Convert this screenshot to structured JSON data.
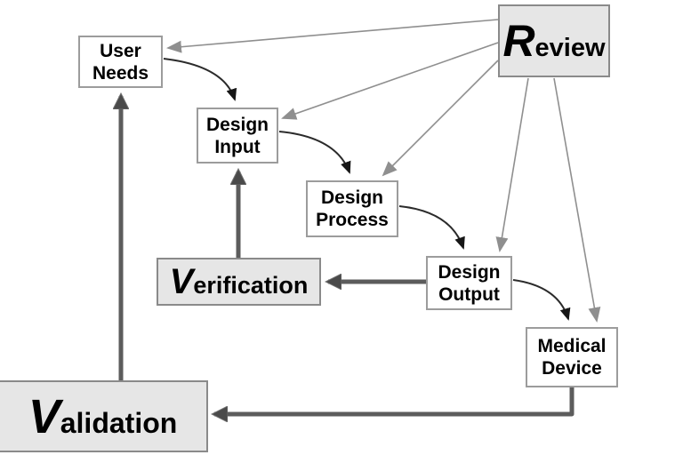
{
  "diagram": {
    "type": "flow-diagram",
    "subject": "design-control-process",
    "nodes": {
      "user_needs": {
        "line1": "User",
        "line2": "Needs",
        "fill": "#ffffff"
      },
      "design_input": {
        "line1": "Design",
        "line2": "Input",
        "fill": "#ffffff"
      },
      "design_process": {
        "line1": "Design",
        "line2": "Process",
        "fill": "#ffffff"
      },
      "design_output": {
        "line1": "Design",
        "line2": "Output",
        "fill": "#ffffff"
      },
      "medical_device": {
        "line1": "Medical",
        "line2": "Device",
        "fill": "#ffffff"
      },
      "review": {
        "initial": "R",
        "rest": "eview",
        "fill": "#e6e6e6"
      },
      "verification": {
        "initial": "V",
        "rest": "erification",
        "fill": "#e6e6e6"
      },
      "validation": {
        "initial": "V",
        "rest": "alidation",
        "fill": "#e6e6e6"
      }
    },
    "edges": [
      {
        "from": "review",
        "to": "user_needs",
        "style": "thin-gray"
      },
      {
        "from": "review",
        "to": "design_input",
        "style": "thin-gray"
      },
      {
        "from": "review",
        "to": "design_process",
        "style": "thin-gray"
      },
      {
        "from": "review",
        "to": "design_output",
        "style": "thin-gray"
      },
      {
        "from": "review",
        "to": "medical_device",
        "style": "thin-gray"
      },
      {
        "from": "user_needs",
        "to": "design_input",
        "style": "curved-black"
      },
      {
        "from": "design_input",
        "to": "design_process",
        "style": "curved-black"
      },
      {
        "from": "design_process",
        "to": "design_output",
        "style": "curved-black"
      },
      {
        "from": "design_output",
        "to": "medical_device",
        "style": "curved-black"
      },
      {
        "from": "design_output",
        "to": "verification",
        "style": "thick-gray"
      },
      {
        "from": "verification",
        "to": "design_input",
        "style": "thick-gray"
      },
      {
        "from": "medical_device",
        "to": "validation",
        "style": "thick-gray"
      },
      {
        "from": "validation",
        "to": "user_needs",
        "style": "thick-gray"
      }
    ],
    "colors": {
      "background": "#ffffff",
      "node_fill_white": "#ffffff",
      "node_fill_gray": "#e6e6e6",
      "node_border_white": "#9c9c9c",
      "node_border_gray": "#8a8a8a",
      "thin_arrow": "#8f8f8f",
      "curved_arrow": "#2b2b2b",
      "thick_arrow": "#5c5c5c",
      "text": "#000000"
    }
  }
}
